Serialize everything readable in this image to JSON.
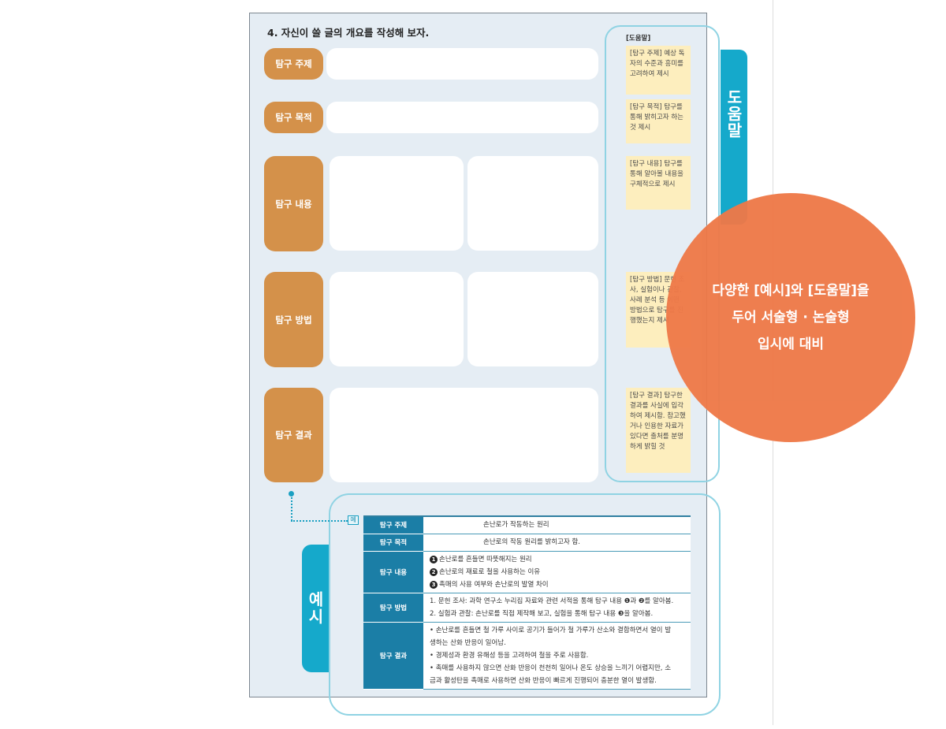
{
  "worksheet": {
    "title": "4. 자신이 쓸 글의 개요를 작성해 보자.",
    "rows": [
      "탐구 주제",
      "탐구 목적",
      "탐구 내용",
      "탐구 방법",
      "탐구 결과"
    ]
  },
  "help": {
    "heading": "[도움말]",
    "notes": [
      "[탐구 주제] 예상 독자의 수준과 흥미를 고려하여 제시",
      "[탐구 목적] 탐구를 통해 밝히고자 하는 것 제시",
      "[탐구 내용] 탐구를 통해 알아볼 내용을 구체적으로 제시",
      "[탐구 방법] 문헌 조사, 실험이나 관찰, 사례 분석 등 어떤 방법으로 탐구를 진행했는지 제시",
      "[탐구 결과] 탐구한 결과를 사실에 입각하여 제시함. 참고했거나 인용한 자료가 있다면 출처를 분명하게 밝힐 것"
    ],
    "tab_label": "도움말"
  },
  "callout": {
    "lines": [
      "다양한 [예시]와 [도움말]을",
      "두어 서술형 · 논술형",
      "입시에 대비"
    ]
  },
  "example": {
    "tab_label": "예시",
    "badge": "예",
    "topic": {
      "label": "탐구 주제",
      "text": "손난로가 작동하는 원리"
    },
    "purpose": {
      "label": "탐구 목적",
      "text": "손난로의 작동 원리를 밝히고자 함."
    },
    "content": {
      "label": "탐구 내용",
      "items": [
        {
          "num": "1",
          "text": "손난로를 흔들면 따뜻해지는 원리"
        },
        {
          "num": "2",
          "text": "손난로의 재료로 철을 사용하는 이유"
        },
        {
          "num": "3",
          "text": "촉매의 사용 여부와 손난로의 발열 차이"
        }
      ]
    },
    "method": {
      "label": "탐구 방법",
      "lines": [
        "1. 문헌 조사: 과학 연구소 누리집 자료와 관련 서적을 통해 탐구 내용 ❶과 ❷를 알아봄.",
        "2. 실험과 관찰: 손난로를 직접 제작해 보고, 실험을 통해 탐구 내용 ❸을 알아봄."
      ]
    },
    "result": {
      "label": "탐구 결과",
      "lines": [
        "• 손난로를 흔들면 철 가루 사이로 공기가 들어가 철 가루가 산소와 결합하면서 열이 발",
        "  생하는 산화 반응이 일어남.",
        "• 경제성과 환경 유해성 등을 고려하여 철을 주로 사용함.",
        "• 촉매를 사용하지 않으면 산화 반응이 천천히 일어나 온도 상승을 느끼기 어렵지만, 소",
        "  금과 활성탄을 촉매로 사용하면 산화 반응이 빠르게 진행되어 충분한 열이 발생함."
      ]
    }
  }
}
